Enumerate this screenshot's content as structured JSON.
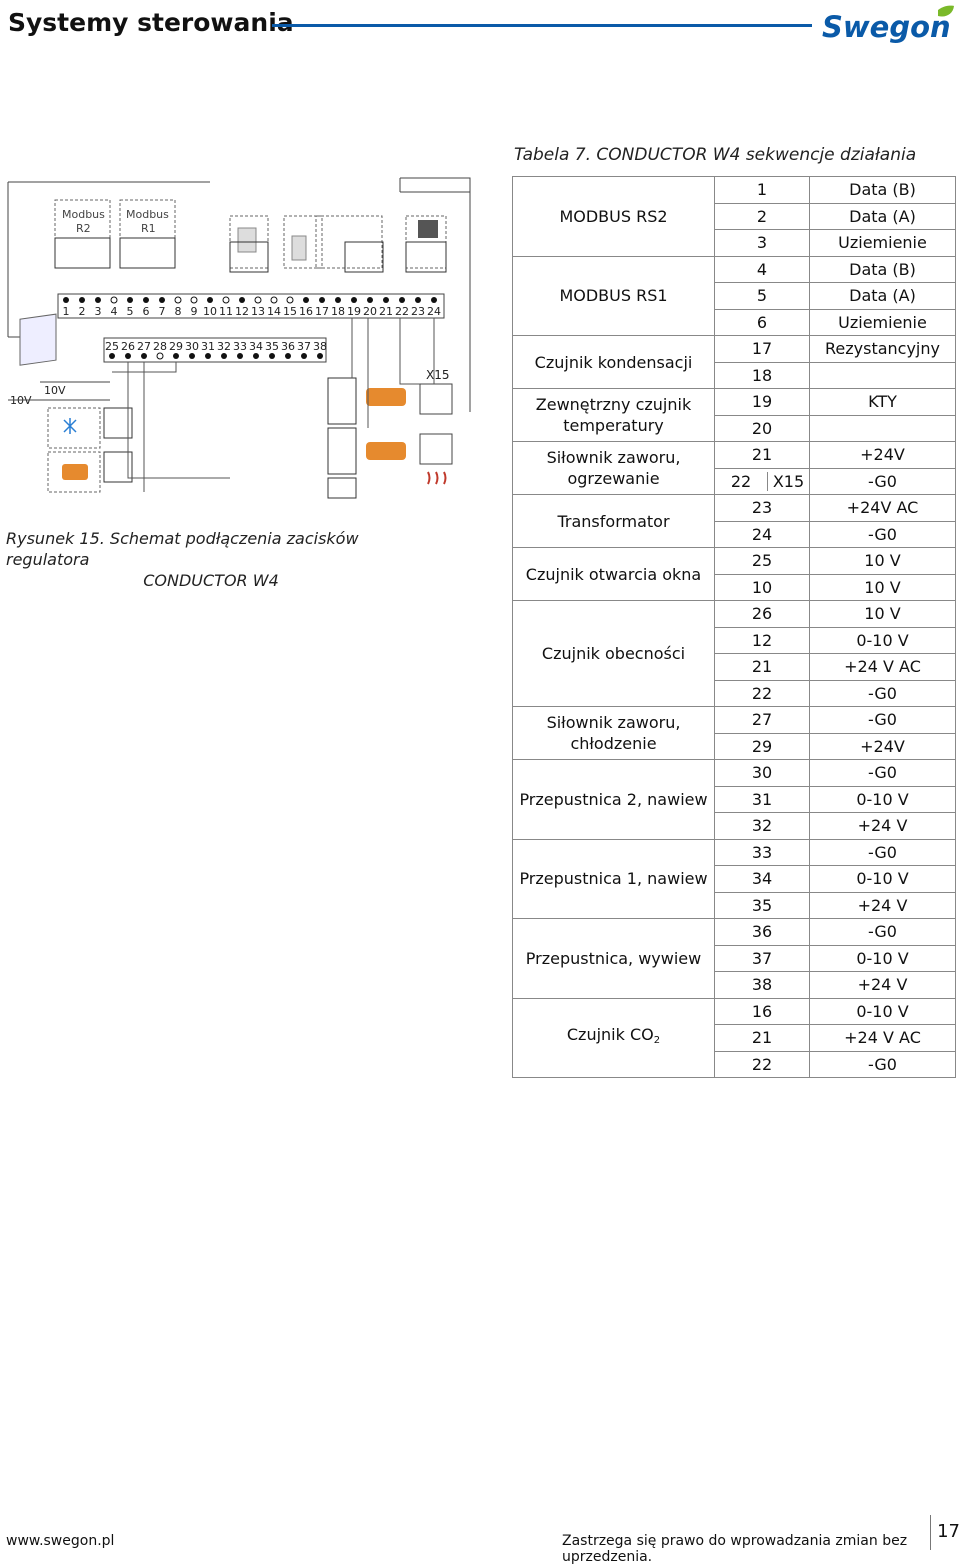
{
  "header": {
    "title": "Systemy sterowania",
    "brand": "Swegon",
    "accent": "#0a5aa8",
    "leaf": "#7ab929"
  },
  "table_caption": "Tabela 7. CONDUCTOR W4 sekwencje działania",
  "figure_caption": {
    "line1": "Rysunek 15. Schemat podłączenia zacisków regulatora",
    "line2": "CONDUCTOR W4"
  },
  "diagram": {
    "modbus_r2": "Modbus R2",
    "modbus_r1": "Modbus R1",
    "top_terminals": [
      "1",
      "2",
      "3",
      "4",
      "5",
      "6",
      "7",
      "8",
      "9",
      "10",
      "11",
      "12",
      "13",
      "14",
      "15",
      "16",
      "17",
      "18",
      "19",
      "20",
      "21",
      "22",
      "23",
      "24"
    ],
    "bottom_terminals": [
      "25",
      "26",
      "27",
      "28",
      "29",
      "30",
      "31",
      "32",
      "33",
      "34",
      "35",
      "36",
      "37",
      "38"
    ],
    "x15": "X15",
    "left_10v_a": "10V",
    "left_10v_b": "10V"
  },
  "table": {
    "rows": [
      {
        "device": "MODBUS RS2",
        "lines": [
          [
            "1",
            "Data (B)"
          ],
          [
            "2",
            "Data (A)"
          ],
          [
            "3",
            "Uziemienie"
          ]
        ]
      },
      {
        "device": "MODBUS RS1",
        "lines": [
          [
            "4",
            "Data (B)"
          ],
          [
            "5",
            "Data (A)"
          ],
          [
            "6",
            "Uziemienie"
          ]
        ]
      },
      {
        "device": "Czujnik kondensacji",
        "lines": [
          [
            "17",
            "Rezystancyjny"
          ],
          [
            "18",
            ""
          ]
        ]
      },
      {
        "device": "Zewnętrzny czujnik temperatury",
        "lines": [
          [
            "19",
            "KTY"
          ],
          [
            "20",
            ""
          ]
        ]
      },
      {
        "device": "Siłownik zaworu, ogrzewanie",
        "lines": [
          [
            "21",
            "+24V"
          ],
          [
            "22",
            "-G0"
          ]
        ],
        "x15": "X15"
      },
      {
        "device": "Transformator",
        "lines": [
          [
            "23",
            "+24V AC"
          ],
          [
            "24",
            "-G0"
          ]
        ]
      },
      {
        "device": "Czujnik otwarcia okna",
        "lines": [
          [
            "25",
            "10 V"
          ],
          [
            "10",
            "10 V"
          ]
        ]
      },
      {
        "device": "Czujnik obecności",
        "lines": [
          [
            "26",
            "10 V"
          ],
          [
            "12",
            "0-10 V"
          ],
          [
            "21",
            "+24 V AC"
          ],
          [
            "22",
            "-G0"
          ]
        ]
      },
      {
        "device": "Siłownik zaworu, chłodzenie",
        "lines": [
          [
            "27",
            "-G0"
          ],
          [
            "29",
            "+24V"
          ]
        ]
      },
      {
        "device": "Przepustnica 2, nawiew",
        "lines": [
          [
            "30",
            "-G0"
          ],
          [
            "31",
            "0-10 V"
          ],
          [
            "32",
            "+24 V"
          ]
        ]
      },
      {
        "device": "Przepustnica 1, nawiew",
        "lines": [
          [
            "33",
            "-G0"
          ],
          [
            "34",
            "0-10 V"
          ],
          [
            "35",
            "+24 V"
          ]
        ]
      },
      {
        "device": "Przepustnica, wywiew",
        "lines": [
          [
            "36",
            "-G0"
          ],
          [
            "37",
            "0-10 V"
          ],
          [
            "38",
            "+24 V"
          ]
        ]
      },
      {
        "device": "Czujnik CO",
        "device_sub": "2",
        "lines": [
          [
            "16",
            "0-10 V"
          ],
          [
            "21",
            "+24 V AC"
          ],
          [
            "22",
            "-G0"
          ]
        ]
      }
    ]
  },
  "footer": {
    "url": "www.swegon.pl",
    "note": "Zastrzega się prawo do wprowadzania zmian bez uprzedzenia.",
    "page": "17"
  }
}
